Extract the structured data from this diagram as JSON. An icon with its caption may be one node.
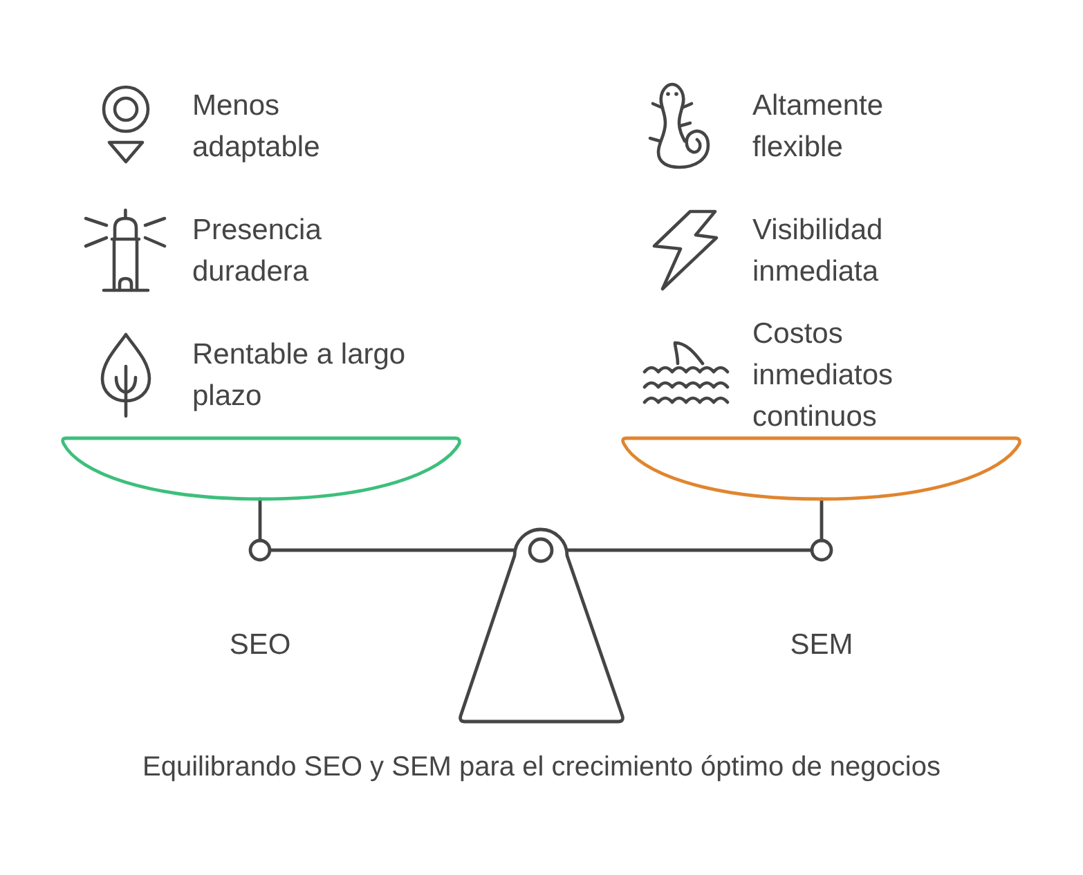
{
  "diagram": {
    "caption": "Equilibrando SEO y SEM para el crecimiento óptimo de negocios",
    "labels": [
      "Menos adaptable",
      "Altamente flexible",
      "Presencia duradera",
      "Visibilidad inmediata",
      "Rentable a largo plazo",
      "Costos inmediatos continuos",
      "SEO",
      "SEM"
    ]
  }
}
